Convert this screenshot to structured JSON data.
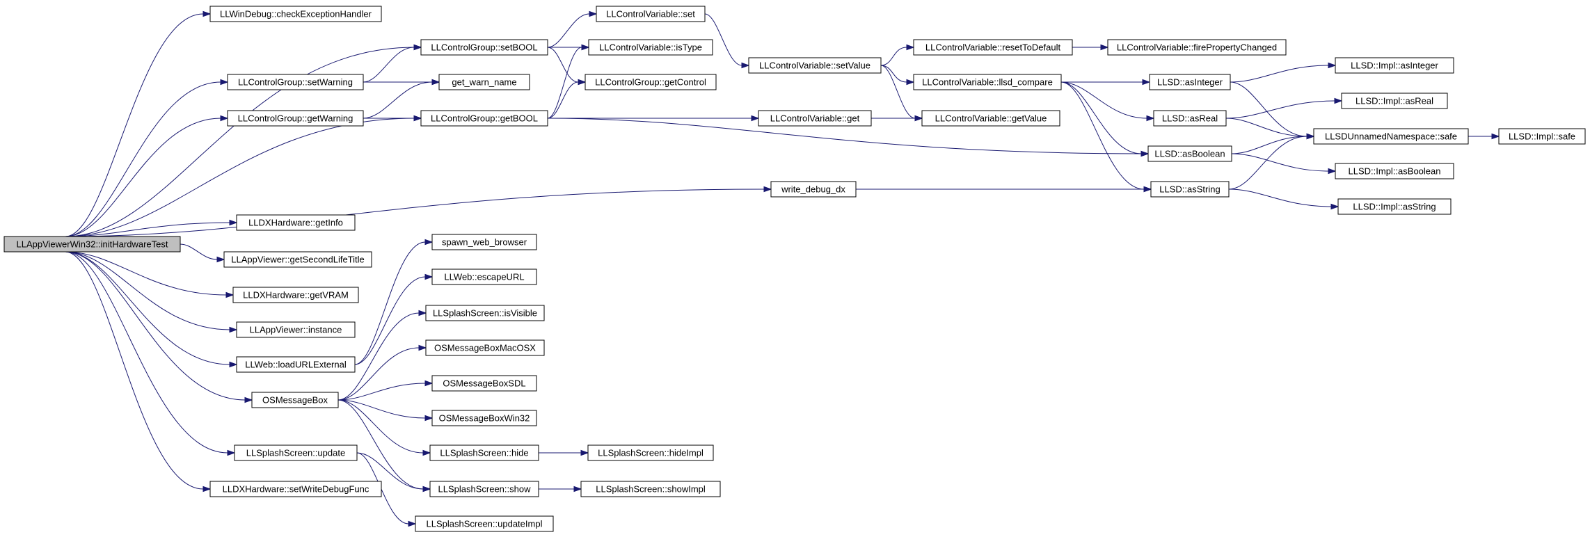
{
  "diagram": {
    "root": "LLAppViewerWin32::initHardwareTest",
    "nodes": [
      {
        "id": "root",
        "label": "LLAppViewerWin32::initHardwareTest"
      },
      {
        "id": "winDebug",
        "label": "LLWinDebug::checkExceptionHandler"
      },
      {
        "id": "setWarning",
        "label": "LLControlGroup::setWarning"
      },
      {
        "id": "getWarning",
        "label": "LLControlGroup::getWarning"
      },
      {
        "id": "getInfo",
        "label": "LLDXHardware::getInfo"
      },
      {
        "id": "getSLTitle",
        "label": "LLAppViewer::getSecondLifeTitle"
      },
      {
        "id": "getVRAM",
        "label": "LLDXHardware::getVRAM"
      },
      {
        "id": "instance",
        "label": "LLAppViewer::instance"
      },
      {
        "id": "loadURL",
        "label": "LLWeb::loadURLExternal"
      },
      {
        "id": "osMsgBox",
        "label": "OSMessageBox"
      },
      {
        "id": "splashUpdate",
        "label": "LLSplashScreen::update"
      },
      {
        "id": "setWriteDebug",
        "label": "LLDXHardware::setWriteDebugFunc"
      },
      {
        "id": "setBOOL",
        "label": "LLControlGroup::setBOOL"
      },
      {
        "id": "getWarnName",
        "label": "get_warn_name"
      },
      {
        "id": "getBOOL",
        "label": "LLControlGroup::getBOOL"
      },
      {
        "id": "spawnWeb",
        "label": "spawn_web_browser"
      },
      {
        "id": "escapeURL",
        "label": "LLWeb::escapeURL"
      },
      {
        "id": "splashIsVisible",
        "label": "LLSplashScreen::isVisible"
      },
      {
        "id": "msgMac",
        "label": "OSMessageBoxMacOSX"
      },
      {
        "id": "msgSDL",
        "label": "OSMessageBoxSDL"
      },
      {
        "id": "msgWin",
        "label": "OSMessageBoxWin32"
      },
      {
        "id": "splashHide",
        "label": "LLSplashScreen::hide"
      },
      {
        "id": "splashShow",
        "label": "LLSplashScreen::show"
      },
      {
        "id": "splashUpdateImpl",
        "label": "LLSplashScreen::updateImpl"
      },
      {
        "id": "cvSet",
        "label": "LLControlVariable::set"
      },
      {
        "id": "cvIsType",
        "label": "LLControlVariable::isType"
      },
      {
        "id": "getControl",
        "label": "LLControlGroup::getControl"
      },
      {
        "id": "writeDebugDx",
        "label": "write_debug_dx"
      },
      {
        "id": "splashHideImpl",
        "label": "LLSplashScreen::hideImpl"
      },
      {
        "id": "splashShowImpl",
        "label": "LLSplashScreen::showImpl"
      },
      {
        "id": "cvSetValue",
        "label": "LLControlVariable::setValue"
      },
      {
        "id": "cvGet",
        "label": "LLControlVariable::get"
      },
      {
        "id": "cvReset",
        "label": "LLControlVariable::resetToDefault"
      },
      {
        "id": "cvLlsdCompare",
        "label": "LLControlVariable::llsd_compare"
      },
      {
        "id": "cvGetValue",
        "label": "LLControlVariable::getValue"
      },
      {
        "id": "cvFire",
        "label": "LLControlVariable::firePropertyChanged"
      },
      {
        "id": "asInteger",
        "label": "LLSD::asInteger"
      },
      {
        "id": "asReal",
        "label": "LLSD::asReal"
      },
      {
        "id": "asBoolean",
        "label": "LLSD::asBoolean"
      },
      {
        "id": "asString",
        "label": "LLSD::asString"
      },
      {
        "id": "implAsInteger",
        "label": "LLSD::Impl::asInteger"
      },
      {
        "id": "implAsReal",
        "label": "LLSD::Impl::asReal"
      },
      {
        "id": "unnamedSafe",
        "label": "LLSDUnnamedNamespace::safe"
      },
      {
        "id": "implAsBoolean",
        "label": "LLSD::Impl::asBoolean"
      },
      {
        "id": "implAsString",
        "label": "LLSD::Impl::asString"
      },
      {
        "id": "implSafe",
        "label": "LLSD::Impl::safe"
      }
    ],
    "edges": [
      [
        "root",
        "winDebug"
      ],
      [
        "root",
        "setBOOL"
      ],
      [
        "root",
        "setWarning"
      ],
      [
        "root",
        "getWarning"
      ],
      [
        "root",
        "getBOOL"
      ],
      [
        "root",
        "writeDebugDx"
      ],
      [
        "root",
        "getInfo"
      ],
      [
        "root",
        "getSLTitle"
      ],
      [
        "root",
        "getVRAM"
      ],
      [
        "root",
        "instance"
      ],
      [
        "root",
        "loadURL"
      ],
      [
        "root",
        "osMsgBox"
      ],
      [
        "root",
        "splashUpdate"
      ],
      [
        "root",
        "setWriteDebug"
      ],
      [
        "setWarning",
        "setBOOL"
      ],
      [
        "setWarning",
        "getWarnName"
      ],
      [
        "getWarning",
        "getWarnName"
      ],
      [
        "getWarning",
        "getBOOL"
      ],
      [
        "setBOOL",
        "cvSet"
      ],
      [
        "setBOOL",
        "cvIsType"
      ],
      [
        "setBOOL",
        "getControl"
      ],
      [
        "getBOOL",
        "cvIsType"
      ],
      [
        "getBOOL",
        "getControl"
      ],
      [
        "getBOOL",
        "cvGet"
      ],
      [
        "getBOOL",
        "asBoolean"
      ],
      [
        "cvSet",
        "cvSetValue"
      ],
      [
        "cvSetValue",
        "cvReset"
      ],
      [
        "cvSetValue",
        "cvLlsdCompare"
      ],
      [
        "cvSetValue",
        "cvGetValue"
      ],
      [
        "cvGet",
        "cvGetValue"
      ],
      [
        "cvReset",
        "cvFire"
      ],
      [
        "cvLlsdCompare",
        "asInteger"
      ],
      [
        "cvLlsdCompare",
        "asReal"
      ],
      [
        "cvLlsdCompare",
        "asBoolean"
      ],
      [
        "cvLlsdCompare",
        "asString"
      ],
      [
        "asInteger",
        "implAsInteger"
      ],
      [
        "asInteger",
        "unnamedSafe"
      ],
      [
        "asReal",
        "implAsReal"
      ],
      [
        "asReal",
        "unnamedSafe"
      ],
      [
        "asBoolean",
        "unnamedSafe"
      ],
      [
        "asBoolean",
        "implAsBoolean"
      ],
      [
        "asString",
        "unnamedSafe"
      ],
      [
        "asString",
        "implAsString"
      ],
      [
        "unnamedSafe",
        "implSafe"
      ],
      [
        "writeDebugDx",
        "asString"
      ],
      [
        "loadURL",
        "spawnWeb"
      ],
      [
        "loadURL",
        "escapeURL"
      ],
      [
        "osMsgBox",
        "splashIsVisible"
      ],
      [
        "osMsgBox",
        "msgMac"
      ],
      [
        "osMsgBox",
        "msgSDL"
      ],
      [
        "osMsgBox",
        "msgWin"
      ],
      [
        "osMsgBox",
        "splashHide"
      ],
      [
        "osMsgBox",
        "splashShow"
      ],
      [
        "splashUpdate",
        "splashShow"
      ],
      [
        "splashUpdate",
        "splashUpdateImpl"
      ],
      [
        "splashHide",
        "splashHideImpl"
      ],
      [
        "splashShow",
        "splashShowImpl"
      ]
    ],
    "colors": {
      "edge": "#191970",
      "node_border": "#000000",
      "root_fill": "#bfbfbf",
      "node_fill": "#ffffff"
    }
  }
}
